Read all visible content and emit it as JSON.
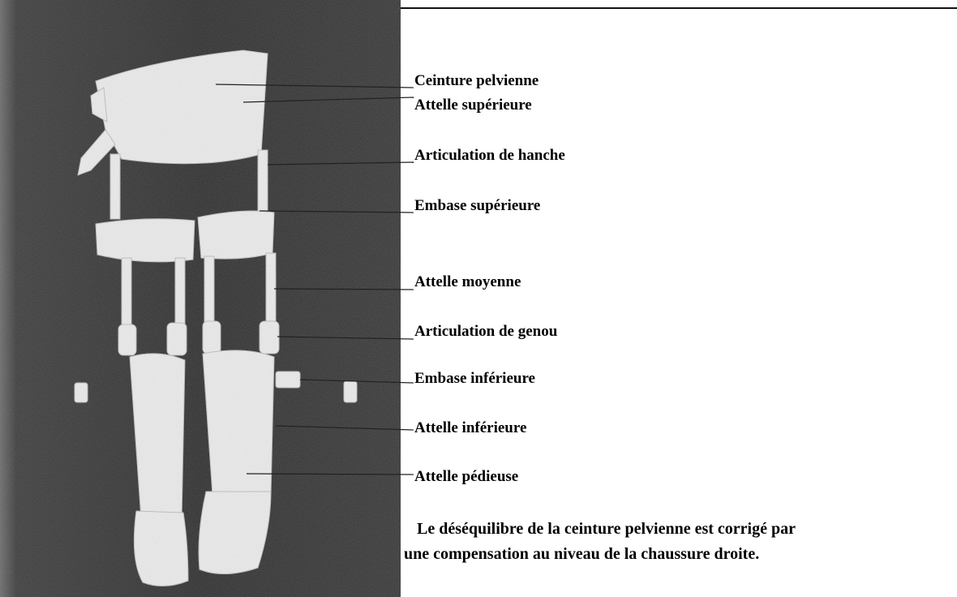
{
  "labels": [
    "Ceinture pelvienne",
    "Attelle supérieure",
    "Articulation de hanche",
    "Embase supérieure",
    "Attelle moyenne",
    "Articulation de genou",
    "Embase inférieure",
    "Attelle inférieure",
    "Attelle pédieuse"
  ],
  "caption": {
    "line1": "Le déséquilibre de la ceinture pelvienne est corrigé par",
    "line2": "une compensation au niveau de la chaussure droite."
  },
  "colors": {
    "photo_bg": "#2f2f2f",
    "orthosis": "#ececec",
    "ink": "#000000"
  }
}
